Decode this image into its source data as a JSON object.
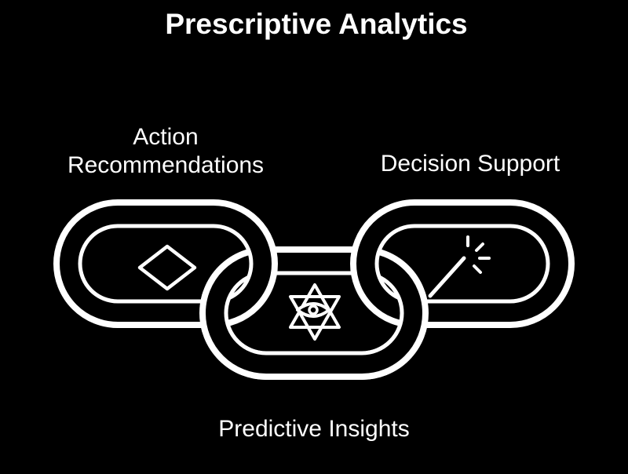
{
  "title": "Prescriptive Analytics",
  "diagram": {
    "type": "interlocked-chain-links",
    "nodes": [
      {
        "id": "action-recommendations",
        "label": "Action Recommendations",
        "label_lines": [
          "Action",
          "Recommendations"
        ],
        "icon": "diamond-icon",
        "position": "left"
      },
      {
        "id": "decision-support",
        "label": "Decision Support",
        "label_lines": [
          "Decision Support"
        ],
        "icon": "magic-wand-icon",
        "position": "right"
      },
      {
        "id": "predictive-insights",
        "label": "Predictive Insights",
        "label_lines": [
          "Predictive Insights"
        ],
        "icon": "star-eye-icon",
        "position": "bottom-center"
      }
    ],
    "colors": {
      "background": "#000000",
      "link_stroke": "#ffffff",
      "text": "#ffffff"
    }
  }
}
